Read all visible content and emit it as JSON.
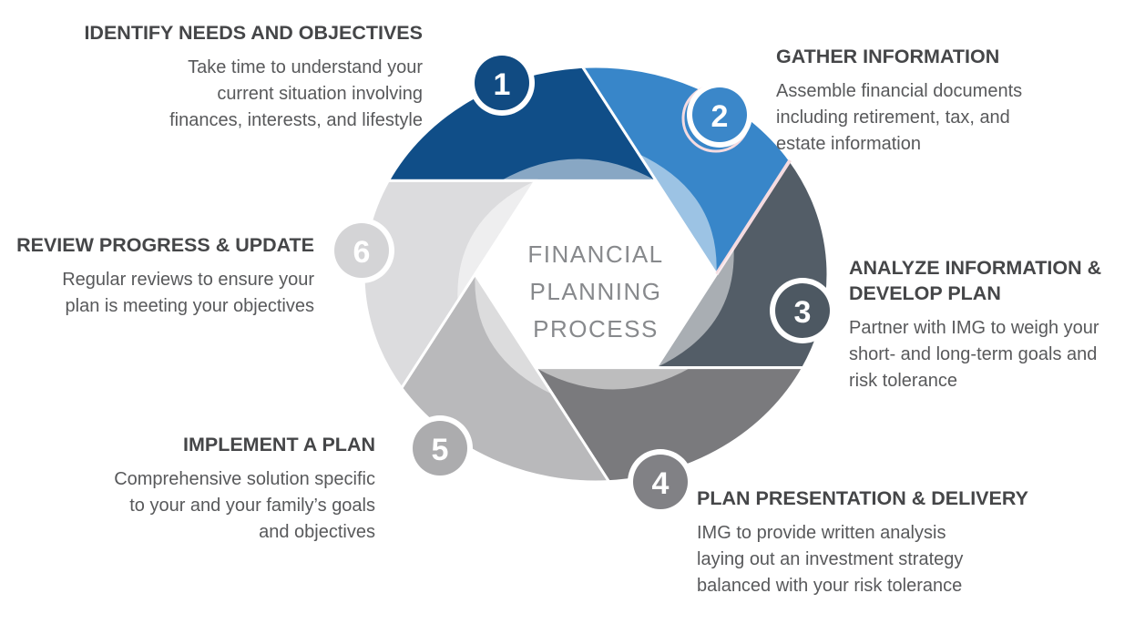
{
  "center": {
    "lines": [
      "FINANCIAL",
      "PLANNING",
      "PROCESS"
    ]
  },
  "colors": {
    "background": "#ffffff",
    "heading_text": "#454648",
    "body_text": "#58595b",
    "center_text": "#87898c",
    "gap_highlight_pink": "#f5dbe0",
    "badge_ring": "#ffffff",
    "badge_number": "#ffffff"
  },
  "steps": [
    {
      "number": "1",
      "title_lines": [
        "IDENTIFY NEEDS AND OBJECTIVES"
      ],
      "description_lines": [
        "Take time to understand your",
        "current situation involving",
        "finances, interests, and lifestyle"
      ],
      "blade_color": "#104e88",
      "badge_color": "#114b82"
    },
    {
      "number": "2",
      "title_lines": [
        "GATHER INFORMATION"
      ],
      "description_lines": [
        "Assemble financial documents",
        "including retirement, tax, and",
        "estate information"
      ],
      "blade_color": "#3886c9",
      "badge_color": "#3b87c9"
    },
    {
      "number": "3",
      "title_lines": [
        "ANALYZE INFORMATION &",
        "DEVELOP PLAN"
      ],
      "description_lines": [
        "Partner with IMG to weigh your",
        "short- and long-term goals and",
        "risk tolerance"
      ],
      "blade_color": "#535d67",
      "badge_color": "#4d5862"
    },
    {
      "number": "4",
      "title_lines": [
        "PLAN PRESENTATION & DELIVERY"
      ],
      "description_lines": [
        "IMG to provide written analysis",
        "laying out an investment strategy",
        "balanced with your risk tolerance"
      ],
      "blade_color": "#7a7a7d",
      "badge_color": "#818185"
    },
    {
      "number": "5",
      "title_lines": [
        "IMPLEMENT A PLAN"
      ],
      "description_lines": [
        "Comprehensive solution specific",
        "to your and your family’s goals",
        "and objectives"
      ],
      "blade_color": "#b9b9bb",
      "badge_color": "#acacae"
    },
    {
      "number": "6",
      "title_lines": [
        "REVIEW PROGRESS & UPDATE"
      ],
      "description_lines": [
        "Regular reviews to ensure your",
        "plan is meeting your objectives"
      ],
      "blade_color": "#dcdcde",
      "badge_color": "#d4d4d6"
    }
  ]
}
